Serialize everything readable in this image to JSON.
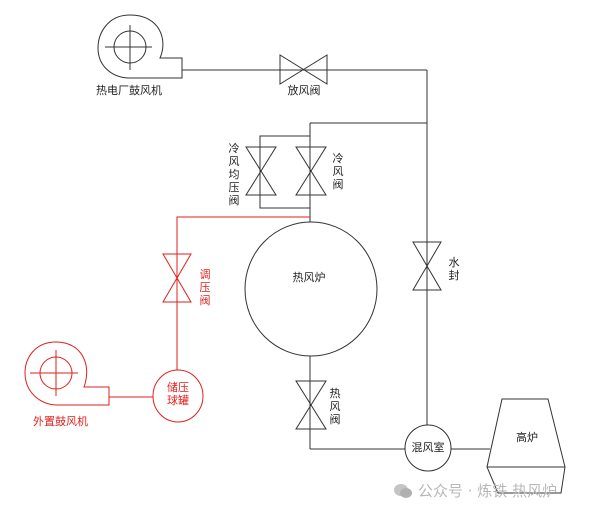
{
  "labels": {
    "plant_blower": "热电厂鼓风机",
    "vent_valve": "放风阀",
    "cold_equalize_valve": "冷风均压阀",
    "cold_valve": "冷风阀",
    "pressure_regulating_valve": "调压阀",
    "hot_stove": "热风炉",
    "water_seal": "水封",
    "external_blower": "外置鼓风机",
    "storage_sphere_line1": "储压",
    "storage_sphere_line2": "球罐",
    "hot_blast_valve": "热风阀",
    "mixing_chamber": "混风室",
    "blast_furnace": "高炉"
  },
  "watermark": "公众号 · 炼铁 热风炉",
  "colors": {
    "line": "#333333",
    "red_line": "#e0201c"
  }
}
